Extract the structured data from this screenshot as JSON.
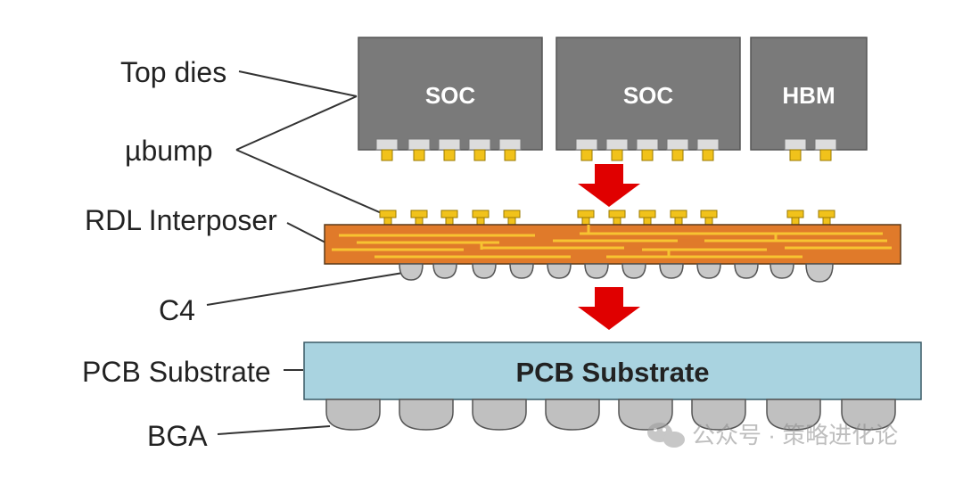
{
  "labels": {
    "top_dies": "Top dies",
    "ubump": "µbump",
    "rdl_interposer": "RDL Interposer",
    "c4": "C4",
    "pcb_substrate": "PCB Substrate",
    "bga": "BGA"
  },
  "dies": [
    {
      "name": "SOC",
      "bumps": 5
    },
    {
      "name": "SOC",
      "bumps": 5
    },
    {
      "name": "HBM",
      "bumps": 2
    }
  ],
  "substrate_label": "PCB Substrate",
  "watermark": "公众号 · 策略进化论",
  "colors": {
    "die_fill": "#7a7a7a",
    "die_text": "#ffffff",
    "interposer_fill": "#e07a2a",
    "interposer_lines": "#f7c331",
    "bump_gold": "#f1c21b",
    "bump_pad": "#dcdcdc",
    "c4_fill": "#c8c8c8",
    "arrow_red": "#e00000",
    "substrate_fill": "#a9d3e0",
    "substrate_text": "#222222",
    "bga_fill": "#c0c0c0",
    "leader_line": "#333333",
    "label_text": "#222222"
  }
}
